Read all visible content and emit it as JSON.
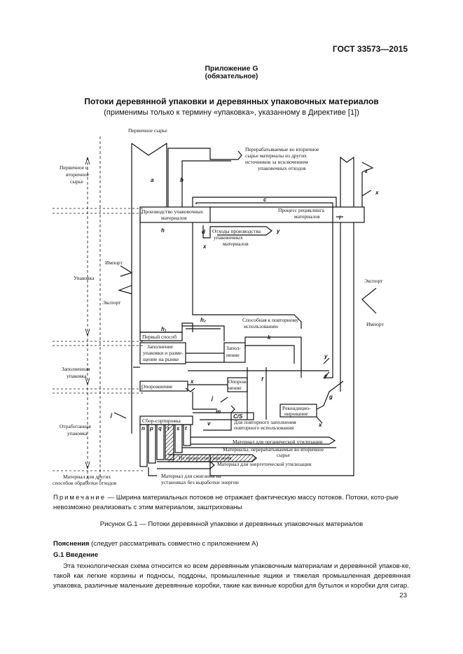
{
  "header": {
    "standard": "ГОСТ 33573—2015"
  },
  "appendix": {
    "title": "Приложение G",
    "status": "(обязательное)"
  },
  "figure_title": {
    "main": "Потоки деревянной упаковки и деревянных упаковочных материалов",
    "sub": "(применимы только к термину «упаковка», указанному в Директиве [1])"
  },
  "diagram": {
    "labels": {
      "primary_raw": "Первичное сырье",
      "secondary_raw": "Перерабатываемые во вторичное сырье материалы из других источников за исключением упаковочных отходов",
      "stage_raw_1": "Первичное и",
      "stage_raw_2": "вторичное",
      "stage_raw_3": "сырье",
      "stage_packaging": "Упаковка",
      "stage_filled": "Заполненная",
      "stage_filled_2": "упаковка",
      "stage_waste": "Отработанная",
      "stage_waste_2": "упаковка",
      "stage_other_1": "Материал для других",
      "stage_other_2": "способов обработки отходов",
      "import_left": "Импорт",
      "export_left": "Экспорт",
      "export_right": "Экспорт",
      "import_right": "Импорт",
      "production": "Производство упаковочных материалов",
      "production_1": "Производство упаковочных",
      "production_2": "материалов",
      "recycling_1": "Процесс рециклинга",
      "recycling_2": "материалов",
      "production_waste_1": "Отходы производства",
      "production_waste_2": "упаковочных",
      "production_waste_3": "материалов",
      "reuse_1": "Способная к повторному",
      "reuse_2": "использованию",
      "first_way": "Первый способ",
      "filling_1": "Заполнение",
      "filling_2": "упаковки и разме-",
      "filling_3": "щение на рынке",
      "filling_b1": "Запол-",
      "filling_b2": "нение",
      "emptying": "Опорожнение",
      "emptying_b1": "Опорож-",
      "emptying_b2": "нение",
      "collection": "Сбор-сортировка",
      "recond_1": "Рекондицио-",
      "recond_2": "нирование",
      "refill_1": "Для повторного заполнения",
      "refill_2": "повторного использования",
      "organic": "Материал для органической утилизации",
      "recyclable_1": "Материалы, перерабатываемые во вторичное",
      "recyclable_2": "сырье",
      "burn": "Из процессов сжигания",
      "energy": "Материал для энергетической утилизации",
      "burn_noenergy_1": "Материал для сжигания на",
      "burn_noenergy_2": "установках без выработки энергии",
      "cs": "C/S"
    },
    "letters": {
      "a": "a",
      "b": "b",
      "c": "c",
      "d": "d",
      "x": "x",
      "y": "y",
      "z": "z",
      "h": "h",
      "h1": "h₁",
      "h2": "h₂",
      "k": "k",
      "f": "f",
      "g": "g",
      "j": "j",
      "m": "m",
      "v": "v",
      "n": "n",
      "p": "p",
      "q": "q",
      "r": "r",
      "s": "s",
      "t": "t",
      "i": "i"
    }
  },
  "note": {
    "label": "Примечание",
    "dash": " — ",
    "text": "Ширина материальных потоков не отражает фактическую массу потоков. Потоки, кото-рые невозможно реализовать с этим материалом, заштрихованы"
  },
  "figure_caption": "Рисунок G.1 — Потоки деревянной упаковки и деревянных упаковочных материалов",
  "explanations": {
    "title": "Пояснения",
    "text": " (следует рассматривать совместно с приложением А)"
  },
  "section": {
    "title": "G.1 Введение"
  },
  "paragraph": "Эта технологическая схема относится ко всем деревянным упаковочным материалам и деревянной упаков-ке, такой как легкие корзины и подносы, поддоны, промышленные ящики и тяжелая промышленная деревянная упаковка, различные маленькие деревянные коробки, такие как винные коробки для бутылок и коробки для сигар.",
  "page_number": "23"
}
